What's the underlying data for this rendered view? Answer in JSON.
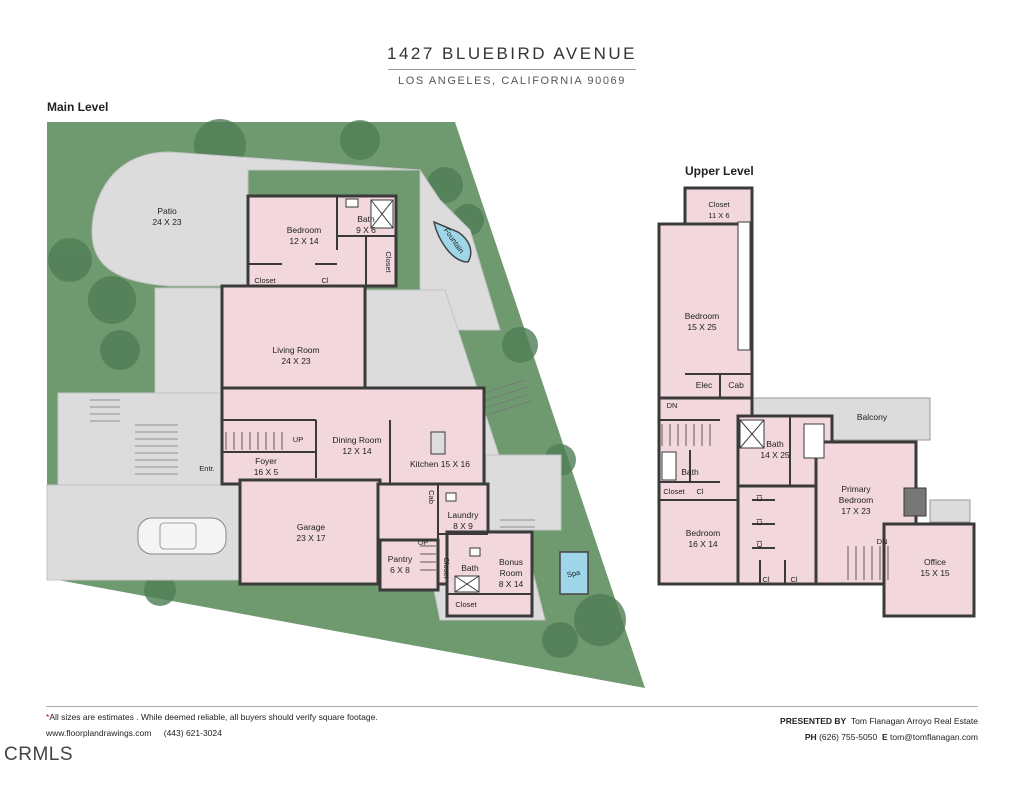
{
  "header": {
    "title": "1427 BLUEBIRD AVENUE",
    "subtitle": "LOS ANGELES, CALIFORNIA 90069"
  },
  "levels": {
    "main": "Main Level",
    "upper": "Upper Level"
  },
  "colors": {
    "room_fill": "#f2d8dc",
    "wall": "#3a3a3a",
    "patio": "#dcdcdc",
    "landscape": "#6f9a70",
    "water": "#9fd6ea"
  },
  "main_rooms": {
    "patio": {
      "name": "Patio",
      "size": "24 X 23"
    },
    "bedroom": {
      "name": "Bedroom",
      "size": "12 X 14"
    },
    "bath": {
      "name": "Bath",
      "size": "9 X 6"
    },
    "closet_a": {
      "name": "Closet"
    },
    "cl_a": {
      "name": "Cl"
    },
    "closet_b": {
      "name": "Closet"
    },
    "fountain": {
      "name": "Fountain"
    },
    "living": {
      "name": "Living Room",
      "size": "24 X 23"
    },
    "up": {
      "name": "UP"
    },
    "dining": {
      "name": "Dining Room",
      "size": "12 X 14"
    },
    "kitchen": {
      "name": "Kitchen 15 X 16"
    },
    "foyer": {
      "name": "Foyer",
      "size": "16 X 5"
    },
    "entr": {
      "name": "Entr."
    },
    "cab": {
      "name": "Cab"
    },
    "laundry": {
      "name": "Laundry",
      "size": "8 X 9"
    },
    "garage": {
      "name": "Garage",
      "size": "23 X 17"
    },
    "pantry": {
      "name": "Pantry",
      "size": "6 X 8"
    },
    "up2": {
      "name": "UP"
    },
    "closet_c": {
      "name": "Closet"
    },
    "bath2": {
      "name": "Bath"
    },
    "bonus": {
      "name": "Bonus",
      "name2": "Room",
      "size": "8 X 14"
    },
    "closet_d": {
      "name": "Closet"
    },
    "spa": {
      "name": "Spa"
    }
  },
  "upper_rooms": {
    "closet": {
      "name": "Closet",
      "size": "11 X 6"
    },
    "bedroom1": {
      "name": "Bedroom",
      "size": "15 X 25"
    },
    "elec": {
      "name": "Elec"
    },
    "cab": {
      "name": "Cab"
    },
    "dn": {
      "name": "DN"
    },
    "balcony": {
      "name": "Balcony"
    },
    "bath1": {
      "name": "Bath"
    },
    "bath2": {
      "name": "Bath",
      "size": "14 X 25"
    },
    "closet2": {
      "name": "Closet"
    },
    "cl1": {
      "name": "Cl"
    },
    "cl2": {
      "name": "Cl"
    },
    "cl3": {
      "name": "Cl"
    },
    "cl4": {
      "name": "Cl"
    },
    "cl5": {
      "name": "Cl"
    },
    "cl6": {
      "name": "Cl"
    },
    "primary": {
      "name": "Primary",
      "name2": "Bedroom",
      "size": "17 X 23"
    },
    "dn2": {
      "name": "DN"
    },
    "bedroom2": {
      "name": "Bedroom",
      "size": "16 X 14"
    },
    "office": {
      "name": "Office",
      "size": "15 X 15"
    }
  },
  "footer": {
    "note": "All sizes are estimates . While deemed reliable, all buyers should verify square footage.",
    "note_mark": "*",
    "website": "www.floorplandrawings.com",
    "phone": "(443) 621-3024",
    "presented_by_label": "PRESENTED BY",
    "agent": "Tom Flanagan  Arroyo Real Estate",
    "ph_label": "PH",
    "agent_phone": "(626) 755-5050",
    "email_label": "E",
    "agent_email": "tom@tomflanagan.com",
    "watermark": "CRMLS"
  }
}
